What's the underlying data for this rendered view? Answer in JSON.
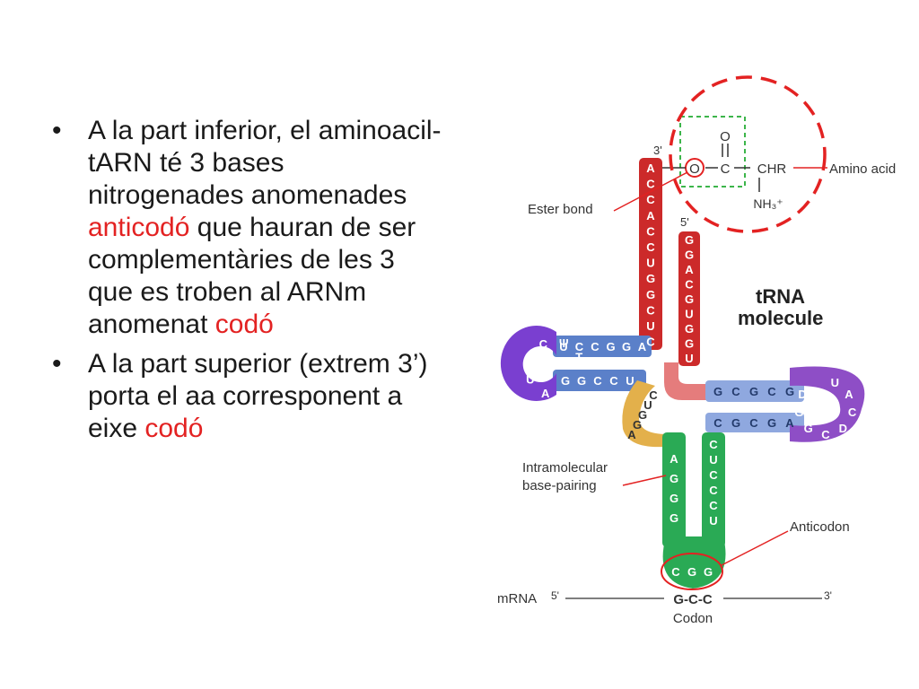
{
  "slide": {
    "bullets": [
      {
        "mark": "•",
        "text_before": "A la part inferior, el aminoacil-tARN té 3 bases nitrogenades anomenades ",
        "highlight1": "anticodó",
        "text_middle": " que hauran de ser complementàries de les 3 que es troben al ARNm anomenat ",
        "highlight2": "codó",
        "text_after": ""
      },
      {
        "mark": "•",
        "text_before": "A la part superior (extrem 3’) porta el aa corresponent a eixe ",
        "highlight": "codó"
      }
    ]
  },
  "diagram": {
    "title_line1": "tRNA",
    "title_line2": "molecule",
    "labels": {
      "ester_bond": "Ester bond",
      "amino_acid": "Amino acid",
      "intramolecular_line1": "Intramolecular",
      "intramolecular_line2": "base-pairing",
      "anticodon": "Anticodon",
      "mrna": "mRNA",
      "codon": "Codon",
      "codon_seq": "G-C-C",
      "prime3_top": "3'",
      "prime5_top": "5'",
      "prime5_mrna": "5'",
      "prime3_mrna": "3'"
    },
    "chem": {
      "O_top": "O",
      "O_bond": "O",
      "C": "C",
      "CHR": "CHR",
      "NH3": "NH₃⁺"
    },
    "acceptor_3prime": [
      "A",
      "C",
      "C",
      "A",
      "C",
      "C",
      "U",
      "G",
      "G",
      "C",
      "U",
      "C"
    ],
    "acceptor_5prime": [
      "G",
      "G",
      "A",
      "C",
      "G",
      "U",
      "G",
      "G",
      "U"
    ],
    "d_arm_top": [
      "U",
      "C",
      "C",
      "G",
      "G",
      "A"
    ],
    "d_arm_bottom": [
      "G",
      "G",
      "C",
      "C",
      "U"
    ],
    "d_loop": [
      "A",
      "U",
      "U",
      "C",
      "Ψ",
      "T"
    ],
    "t_arm_top": [
      "G",
      "C",
      "G",
      "C",
      "G"
    ],
    "t_arm_bottom": [
      "C",
      "G",
      "C",
      "G",
      "A"
    ],
    "t_loop": [
      "U",
      "A",
      "C",
      "D",
      "C",
      "G",
      "G",
      "D"
    ],
    "variable": [
      "C",
      "U",
      "G",
      "G",
      "A"
    ],
    "anticodon_arm_left": [
      "A",
      "G",
      "G",
      "G"
    ],
    "anticodon_arm_right": [
      "C",
      "U",
      "C",
      "C",
      "C",
      "U"
    ],
    "anticodon_loop": [
      "C",
      "G",
      "G"
    ],
    "colors": {
      "acceptor": "#cc2a2a",
      "d_arm": "#5b80c9",
      "t_arm": "#8e4ec6",
      "anticodon": "#2aaa55",
      "variable": "#e3b04b",
      "connector": "#e57c7c",
      "highlight": "#e32222"
    }
  }
}
